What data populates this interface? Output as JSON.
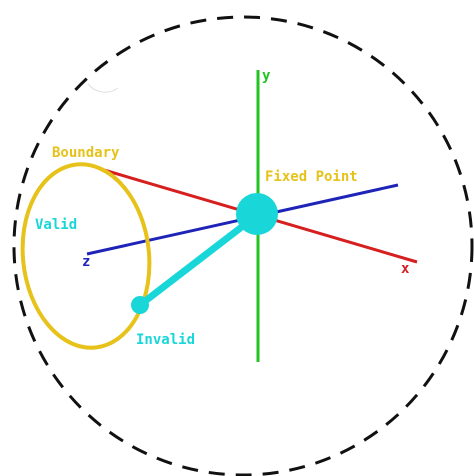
{
  "diagram": {
    "labels": {
      "boundary": "Boundary",
      "valid": "Valid",
      "invalid": "Invalid",
      "fixed_point": "Fixed Point",
      "axis_x": "x",
      "axis_y": "y",
      "axis_z": "z"
    },
    "colors": {
      "background": "#ffffff",
      "outer_circle": "#111111",
      "boundary": "#e6c21a",
      "axis_x": "#d61f1f",
      "axis_y": "#22c422",
      "axis_z": "#1f24b8",
      "link": "#19d6d9",
      "label_fixed_point": "#e6c21a",
      "label_boundary": "#e6c21a",
      "label_valid": "#19d6d9",
      "label_invalid": "#19d6d9"
    }
  }
}
